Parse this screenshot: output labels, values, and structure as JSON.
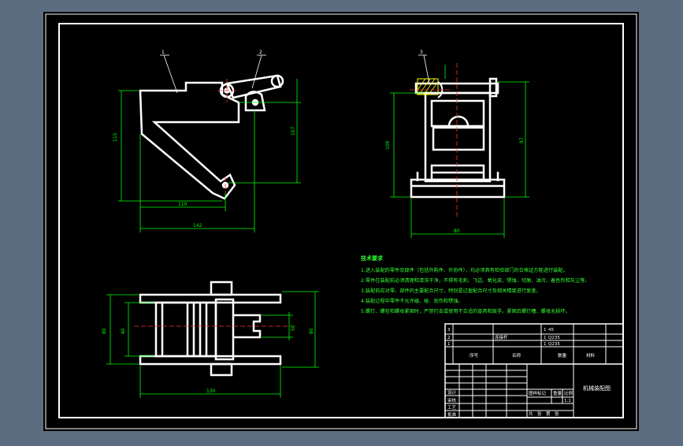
{
  "colors": {
    "background": "#5d6d81",
    "sheet": "#000000",
    "outline": "#ffffff",
    "dimension": "#00ff00",
    "centerline": "#ff3030",
    "hatch": "#ffff00",
    "notes": "#33ff33"
  },
  "front_view": {
    "balloon_1": "1",
    "balloon_2": "2",
    "dim_height_left": "115",
    "dim_height_right": "107",
    "dim_width_inner": "110",
    "dim_width_outer": "142"
  },
  "side_view": {
    "balloon_3": "3",
    "dim_height_left": "100",
    "dim_height_right": "97",
    "dim_width": "80"
  },
  "top_view": {
    "dim_left_outer": "80",
    "dim_left_inner": "40",
    "dim_right_inner": "50",
    "dim_right_outer": "80",
    "dim_width": "130"
  },
  "tech_notes": {
    "title": "技术要求",
    "lines": [
      "1.进入装配的零件及部件（包括外购件、外协件），均必须具有检验部门的合格证方能进行装配。",
      "2.零件在装配前必须清理和清洗干净，不得有毛刺、飞边、氧化皮、锈蚀、切屑、油污、着色剂和灰尘等。",
      "3.装配前应对零、部件的主要配合尺寸，特别是过盈配合尺寸及相关精度进行复查。",
      "4.装配过程中零件不允许磕、碰、划伤和锈蚀。",
      "5.螺钉、螺栓和螺母紧固时，严禁打击或使用不合适的旋具和扳手。紧固后螺钉槽、螺母无损坏。"
    ]
  },
  "title_block": {
    "parts": [
      {
        "no": "3",
        "name": "",
        "qty": "1",
        "material": "45"
      },
      {
        "no": "2",
        "name": "连接杆",
        "qty": "1",
        "material": "Q235"
      },
      {
        "no": "1",
        "name": "",
        "qty": "1",
        "material": "Q235"
      }
    ],
    "header_no": "序号",
    "header_name": "名称",
    "header_qty": "数量",
    "header_material": "材料",
    "drawing_title": "机械装配图",
    "scale_label": "图样标记",
    "weight_label": "重量",
    "ratio_label": "比例",
    "ratio_value": "1:1",
    "sheet_label": "共　张　第　张",
    "designer": "设计",
    "checker": "审核",
    "craft": "工艺",
    "approver": "批准"
  }
}
